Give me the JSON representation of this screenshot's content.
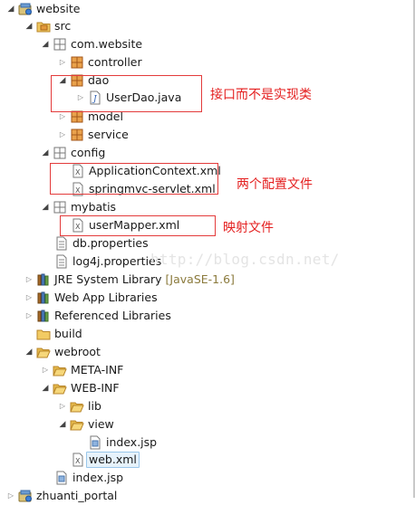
{
  "tree": {
    "project": "website",
    "src": "src",
    "pkg_com_website": "com.website",
    "pkg_controller": "controller",
    "pkg_dao": "dao",
    "file_userdao": "UserDao.java",
    "pkg_model": "model",
    "pkg_service": "service",
    "folder_config": "config",
    "file_appctx": "ApplicationContext.xml",
    "file_springmvc": "springmvc-servlet.xml",
    "folder_mybatis": "mybatis",
    "file_usermapper": "userMapper.xml",
    "file_dbprops": "db.properties",
    "file_log4j": "log4j.properties",
    "lib_jre": "JRE System Library",
    "lib_jre_decoration": "[JavaSE-1.6]",
    "lib_webapp": "Web App Libraries",
    "lib_referenced": "Referenced Libraries",
    "folder_build": "build",
    "folder_webroot": "webroot",
    "folder_metainf": "META-INF",
    "folder_webinf": "WEB-INF",
    "folder_lib": "lib",
    "folder_view": "view",
    "file_index_view": "index.jsp",
    "file_webxml": "web.xml",
    "file_index_root": "index.jsp",
    "project_next": "zhuanti_portal"
  },
  "annotations": {
    "interface_note": "接口而不是实现类",
    "config_note": "两个配置文件",
    "mapper_note": "映射文件"
  },
  "watermark": "http://blog.csdn.net/",
  "colors": {
    "annotation_red": "#e41f1f",
    "selection_border": "#99c6ea",
    "package_orange": "#c8781e",
    "folder_yellow": "#e6b94a"
  }
}
